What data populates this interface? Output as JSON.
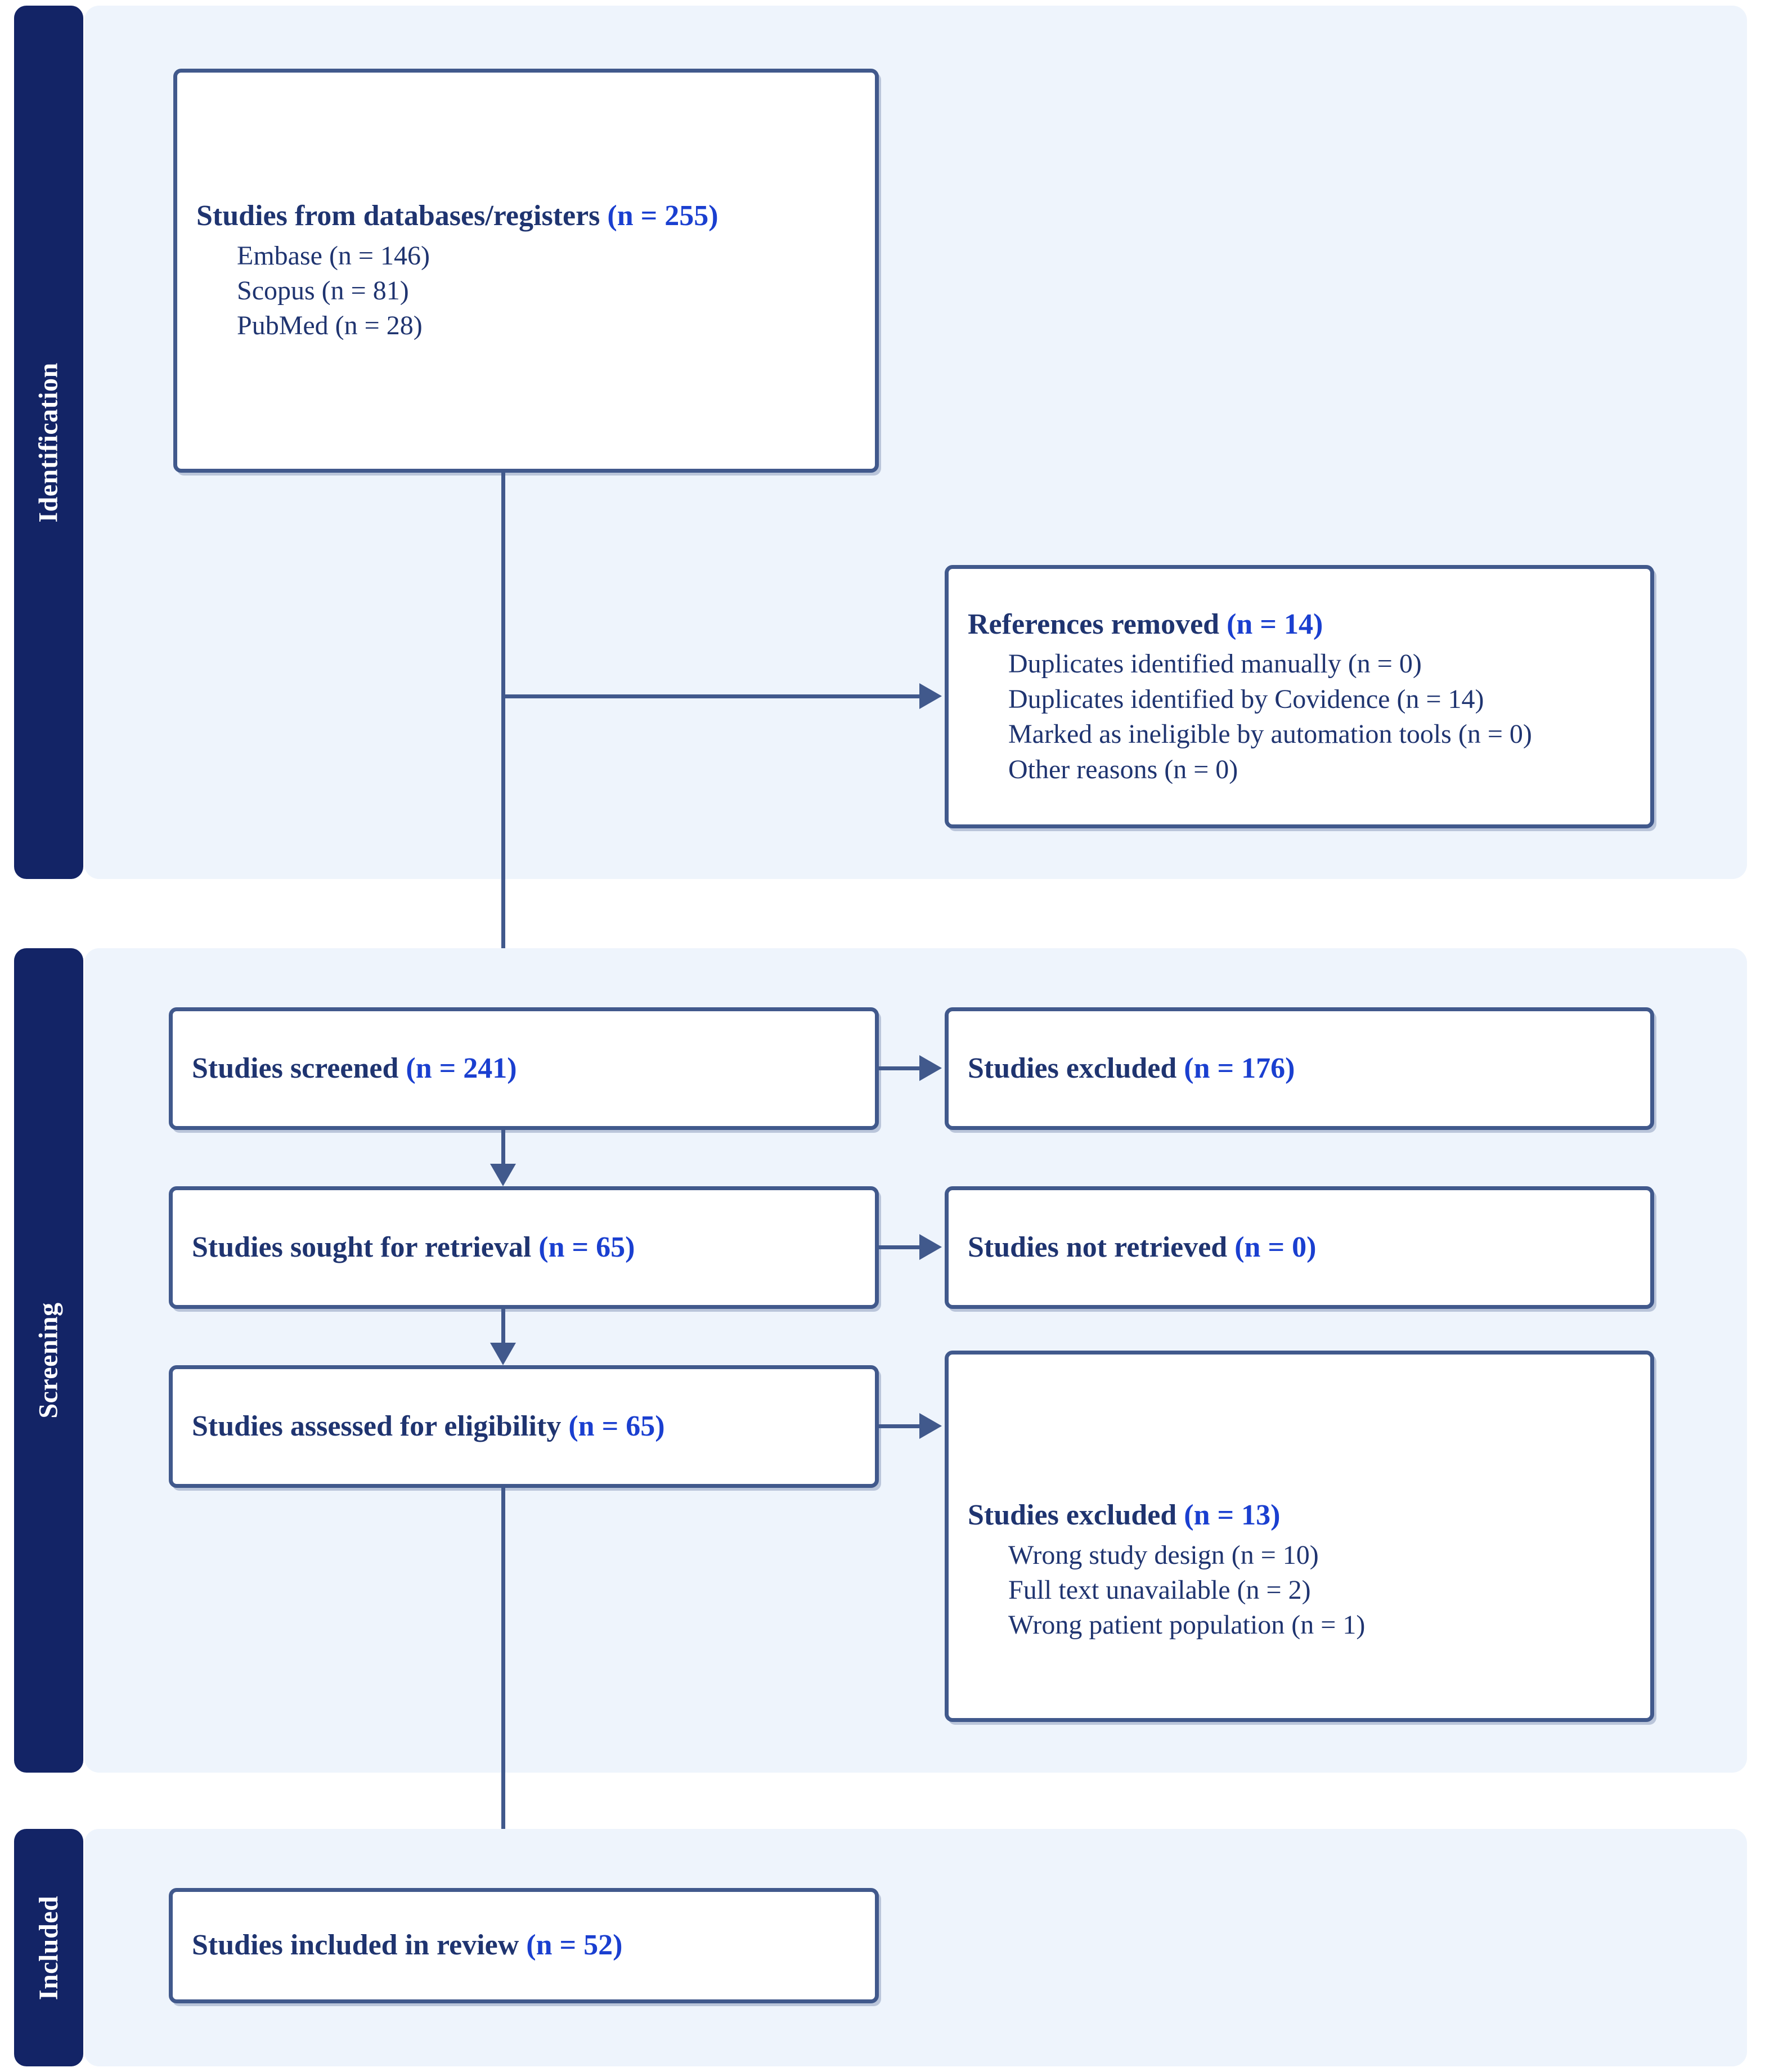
{
  "diagram": {
    "type": "prisma-flow-diagram",
    "accent_navy": "#132466",
    "panel_background": "#eef4fc",
    "box_border": "#41598c",
    "label_color": "#1f3470",
    "count_color": "#1a3fd0"
  },
  "stages": [
    {
      "id": "identification",
      "label": "Identification"
    },
    {
      "id": "screening",
      "label": "Screening"
    },
    {
      "id": "included",
      "label": "Included"
    }
  ],
  "boxes": {
    "databases": {
      "title": "Studies from databases/registers ",
      "count": "(n = 255)",
      "sub_items": [
        "Embase (n = 146)",
        "Scopus (n = 81)",
        "PubMed (n = 28)"
      ]
    },
    "references_removed": {
      "title": "References removed ",
      "count": "(n = 14)",
      "sub_items": [
        "Duplicates identified manually (n = 0)",
        "Duplicates identified by Covidence (n = 14)",
        "Marked as ineligible by automation tools (n = 0)",
        "Other reasons (n = 0)"
      ]
    },
    "studies_screened": {
      "title": "Studies screened ",
      "count": "(n = 241)",
      "sub_items": []
    },
    "studies_excluded_screening": {
      "title": "Studies excluded ",
      "count": "(n = 176)",
      "sub_items": []
    },
    "studies_sought": {
      "title": "Studies sought for retrieval ",
      "count": "(n = 65)",
      "sub_items": []
    },
    "studies_not_retrieved": {
      "title": "Studies not retrieved ",
      "count": "(n = 0)",
      "sub_items": []
    },
    "studies_assessed": {
      "title": "Studies assessed for eligibility ",
      "count": "(n = 65)",
      "sub_items": []
    },
    "studies_excluded_eligibility": {
      "title": "Studies excluded ",
      "count": "(n = 13)",
      "sub_items": [
        "Wrong study design (n = 10)",
        "Full text unavailable (n = 2)",
        "Wrong patient population (n = 1)"
      ]
    },
    "studies_included": {
      "title": "Studies included in review ",
      "count": "(n = 52)",
      "sub_items": []
    }
  }
}
